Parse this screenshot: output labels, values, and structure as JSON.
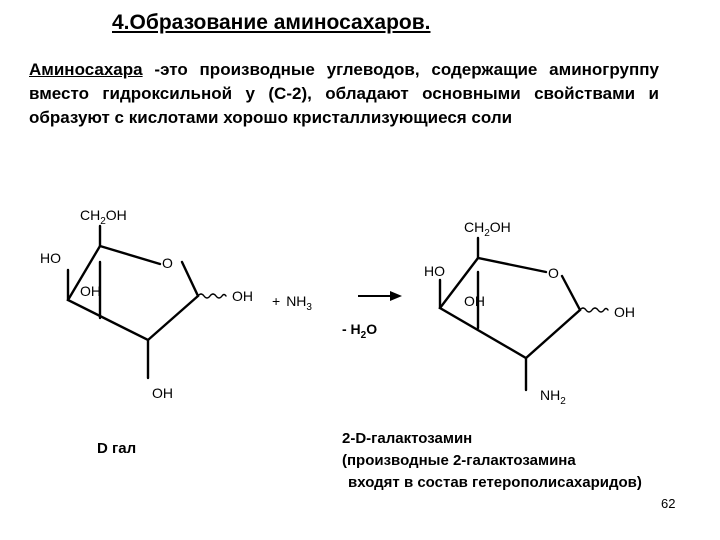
{
  "title": "4.Образование аминосахаров.",
  "paragraph": {
    "term": "Аминосахара",
    "text": " -это производные углеводов, содержащие аминогруппу вместо гидроксильной у (С-2), обладают основными свойствами и образуют с кислотами хорошо кристаллизующиеся соли"
  },
  "left_molecule": {
    "ch2oh_main": "CH",
    "ch2oh_sub": "2",
    "ch2oh_end": "OH",
    "ho_top": "HO",
    "o_ring": "O",
    "oh_inner": "OH",
    "oh_right": "OH",
    "oh_bottom": "OH"
  },
  "reagent": {
    "plus": "+",
    "nh_main": "NH",
    "nh_sub": "3"
  },
  "byproduct": {
    "main": "- H",
    "sub": "2",
    "end": "O"
  },
  "right_molecule": {
    "ch2oh_main": "CH",
    "ch2oh_sub": "2",
    "ch2oh_end": "OH",
    "ho_top": "HO",
    "o_ring": "O",
    "oh_inner": "OH",
    "oh_right": "OH",
    "nh2_main": "NH",
    "nh2_sub": "2"
  },
  "captions": {
    "left": "D гал",
    "right_line1": "2-D-галактозамин",
    "right_line2": "(производные 2-галактозамина",
    "right_line3": "входят в состав гетерополисахаридов)"
  },
  "page_number": "62"
}
